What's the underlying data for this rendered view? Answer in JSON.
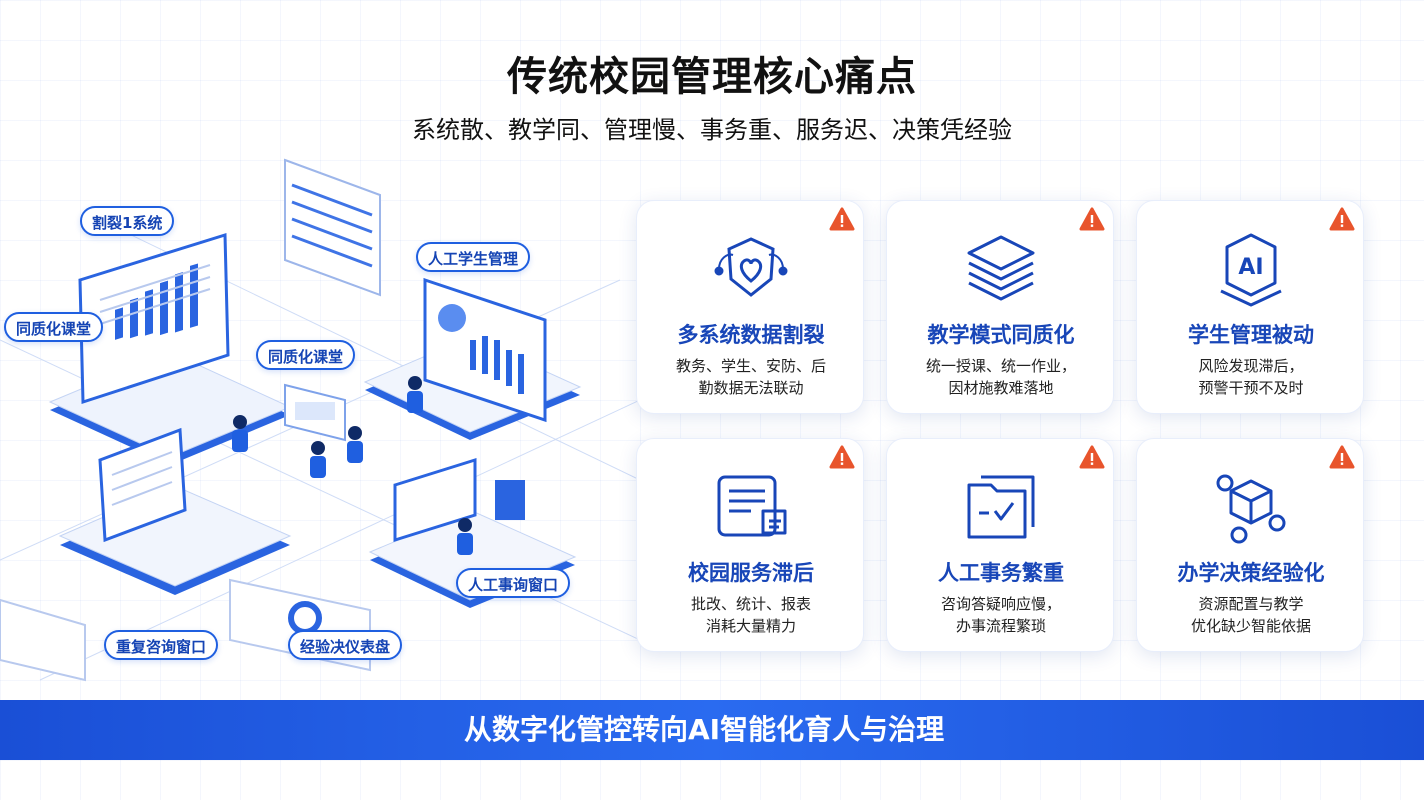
{
  "header": {
    "title": "传统校园管理核心痛点",
    "subtitle": "系统散、教学同、管理慢、事务重、服务迟、决策凭经验"
  },
  "illustration": {
    "callouts": [
      "割裂1系统",
      "人工学生管理",
      "同质化课堂",
      "同质化课堂",
      "人工事询窗口",
      "重复咨询窗口",
      "经验决仪表盘"
    ]
  },
  "cards": [
    {
      "title": "多系统数据割裂",
      "desc1": "教务、学生、安防、后",
      "desc2": "勤数据无法联动",
      "icon": "shield-heart-icon"
    },
    {
      "title": "教学模式同质化",
      "desc1": "统一授课、统一作业，",
      "desc2": "因材施教难落地",
      "icon": "layers-stack-icon"
    },
    {
      "title": "学生管理被动",
      "desc1": "风险发现滞后，",
      "desc2": "预警干预不及时",
      "icon": "ai-chip-icon",
      "icon_text": "AI"
    },
    {
      "title": "校园服务滞后",
      "desc1": "批改、统计、报表",
      "desc2": "消耗大量精力",
      "icon": "document-edit-icon"
    },
    {
      "title": "人工事务繁重",
      "desc1": "咨询答疑响应慢，",
      "desc2": "办事流程繁琐",
      "icon": "folder-check-icon"
    },
    {
      "title": "办学决策经验化",
      "desc1": "资源配置与教学",
      "desc2": "优化缺少智能依据",
      "icon": "cube-network-icon"
    }
  ],
  "banner": {
    "text": "从数字化管控转向AI智能化育人与治理"
  },
  "colors": {
    "accent": "#1f5fe0",
    "warning": "#e8542c",
    "banner": "#1a4fd6"
  }
}
